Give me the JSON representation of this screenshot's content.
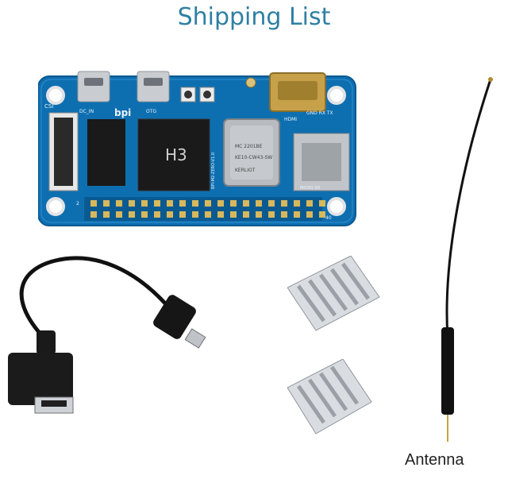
{
  "page": {
    "title": "Shipping List"
  },
  "labels": {
    "antenna": "Antenna"
  },
  "board": {
    "silkscreen": {
      "csi": "CSI",
      "dc_in": "DC_IN",
      "otg": "OTG",
      "hdmi": "HDMI",
      "gnd_rx_tx": "GND RX TX",
      "soc": "H3",
      "model": "BPI-M2-ZERO-V1.0",
      "wifi_line1": "KERLIOT",
      "wifi_line2": "KE10-CW43-SW",
      "wifi_line3": "MC 2201BE",
      "microsd": "MICRO SD",
      "logo": "bpi",
      "pin_2": "2",
      "pin_40": "40"
    }
  },
  "colors": {
    "title": "#2e7fa3",
    "pcb": "#0e6fb0",
    "chip": "#1a1a1a",
    "hdmi": "#c7a14a",
    "heatsink": "#d9dde2"
  }
}
